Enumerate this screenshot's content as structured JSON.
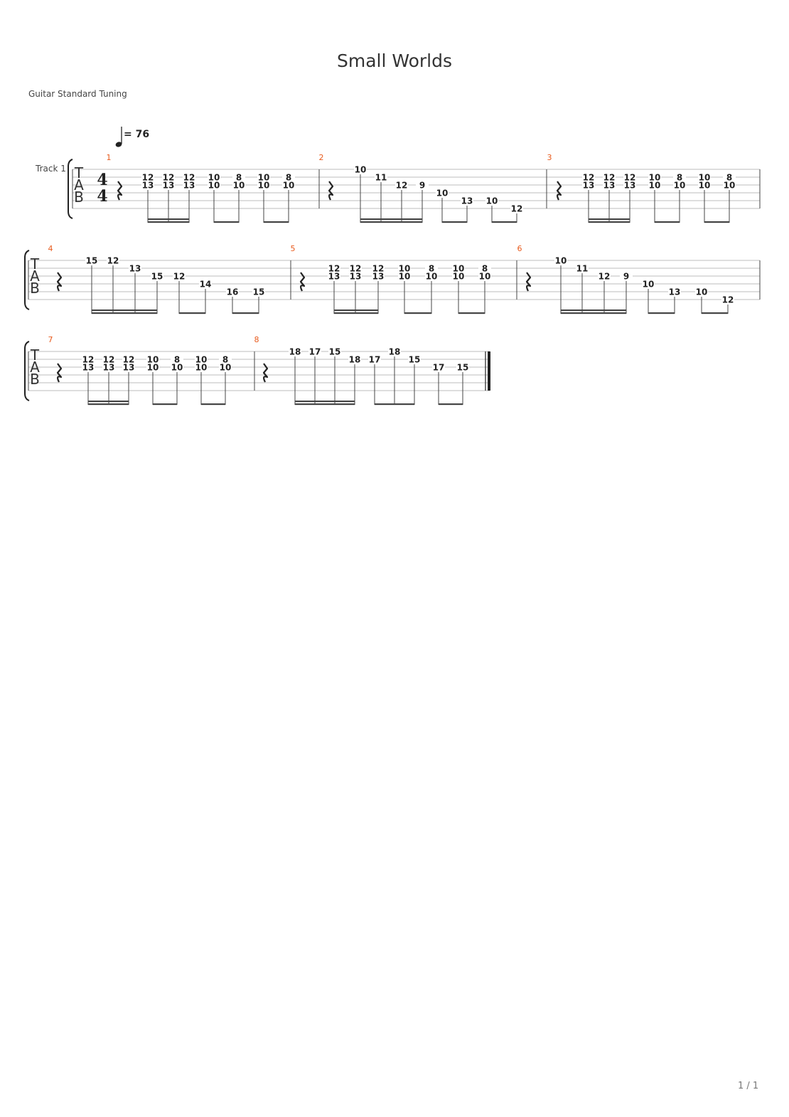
{
  "song": {
    "title": "Small Worlds",
    "tuning": "Guitar Standard Tuning"
  },
  "track": {
    "name": "Track 1"
  },
  "tempo": {
    "bpm_text": "= 76"
  },
  "time_signature": {
    "num": "4",
    "den": "4"
  },
  "tab_letters": [
    "T",
    "A",
    "B"
  ],
  "footer": {
    "page": "1 / 1"
  },
  "measures": [
    {
      "number": "1",
      "notes": [
        {
          "s": [
            [
              2,
              "12"
            ],
            [
              3,
              "13"
            ]
          ]
        },
        {
          "s": [
            [
              2,
              "12"
            ],
            [
              3,
              "13"
            ]
          ]
        },
        {
          "s": [
            [
              2,
              "12"
            ],
            [
              3,
              "13"
            ]
          ]
        },
        {
          "s": [
            [
              2,
              "10"
            ],
            [
              3,
              "10"
            ]
          ]
        },
        {
          "s": [
            [
              2,
              "8"
            ],
            [
              3,
              "10"
            ]
          ]
        },
        {
          "s": [
            [
              2,
              "10"
            ],
            [
              3,
              "10"
            ]
          ]
        },
        {
          "s": [
            [
              2,
              "8"
            ],
            [
              3,
              "10"
            ]
          ]
        }
      ]
    },
    {
      "number": "2",
      "notes": [
        {
          "s": [
            [
              1,
              "10"
            ]
          ]
        },
        {
          "s": [
            [
              2,
              "11"
            ]
          ]
        },
        {
          "s": [
            [
              3,
              "12"
            ]
          ]
        },
        {
          "s": [
            [
              3,
              "9"
            ]
          ]
        },
        {
          "s": [
            [
              4,
              "10"
            ]
          ]
        },
        {
          "s": [
            [
              5,
              "13"
            ]
          ]
        },
        {
          "s": [
            [
              5,
              "10"
            ]
          ]
        },
        {
          "s": [
            [
              6,
              "12"
            ]
          ]
        }
      ]
    },
    {
      "number": "3",
      "notes": [
        {
          "s": [
            [
              2,
              "12"
            ],
            [
              3,
              "13"
            ]
          ]
        },
        {
          "s": [
            [
              2,
              "12"
            ],
            [
              3,
              "13"
            ]
          ]
        },
        {
          "s": [
            [
              2,
              "12"
            ],
            [
              3,
              "13"
            ]
          ]
        },
        {
          "s": [
            [
              2,
              "10"
            ],
            [
              3,
              "10"
            ]
          ]
        },
        {
          "s": [
            [
              2,
              "8"
            ],
            [
              3,
              "10"
            ]
          ]
        },
        {
          "s": [
            [
              2,
              "10"
            ],
            [
              3,
              "10"
            ]
          ]
        },
        {
          "s": [
            [
              2,
              "8"
            ],
            [
              3,
              "10"
            ]
          ]
        }
      ]
    },
    {
      "number": "4",
      "notes": [
        {
          "s": [
            [
              1,
              "15"
            ]
          ]
        },
        {
          "s": [
            [
              1,
              "12"
            ]
          ]
        },
        {
          "s": [
            [
              2,
              "13"
            ]
          ]
        },
        {
          "s": [
            [
              3,
              "15"
            ]
          ]
        },
        {
          "s": [
            [
              3,
              "12"
            ]
          ]
        },
        {
          "s": [
            [
              4,
              "14"
            ]
          ]
        },
        {
          "s": [
            [
              5,
              "16"
            ]
          ]
        },
        {
          "s": [
            [
              5,
              "15"
            ]
          ]
        }
      ]
    },
    {
      "number": "5",
      "notes": [
        {
          "s": [
            [
              2,
              "12"
            ],
            [
              3,
              "13"
            ]
          ]
        },
        {
          "s": [
            [
              2,
              "12"
            ],
            [
              3,
              "13"
            ]
          ]
        },
        {
          "s": [
            [
              2,
              "12"
            ],
            [
              3,
              "13"
            ]
          ]
        },
        {
          "s": [
            [
              2,
              "10"
            ],
            [
              3,
              "10"
            ]
          ]
        },
        {
          "s": [
            [
              2,
              "8"
            ],
            [
              3,
              "10"
            ]
          ]
        },
        {
          "s": [
            [
              2,
              "10"
            ],
            [
              3,
              "10"
            ]
          ]
        },
        {
          "s": [
            [
              2,
              "8"
            ],
            [
              3,
              "10"
            ]
          ]
        }
      ]
    },
    {
      "number": "6",
      "notes": [
        {
          "s": [
            [
              1,
              "10"
            ]
          ]
        },
        {
          "s": [
            [
              2,
              "11"
            ]
          ]
        },
        {
          "s": [
            [
              3,
              "12"
            ]
          ]
        },
        {
          "s": [
            [
              3,
              "9"
            ]
          ]
        },
        {
          "s": [
            [
              4,
              "10"
            ]
          ]
        },
        {
          "s": [
            [
              5,
              "13"
            ]
          ]
        },
        {
          "s": [
            [
              5,
              "10"
            ]
          ]
        },
        {
          "s": [
            [
              6,
              "12"
            ]
          ]
        }
      ]
    },
    {
      "number": "7",
      "notes": [
        {
          "s": [
            [
              2,
              "12"
            ],
            [
              3,
              "13"
            ]
          ]
        },
        {
          "s": [
            [
              2,
              "12"
            ],
            [
              3,
              "13"
            ]
          ]
        },
        {
          "s": [
            [
              2,
              "12"
            ],
            [
              3,
              "13"
            ]
          ]
        },
        {
          "s": [
            [
              2,
              "10"
            ],
            [
              3,
              "10"
            ]
          ]
        },
        {
          "s": [
            [
              2,
              "8"
            ],
            [
              3,
              "10"
            ]
          ]
        },
        {
          "s": [
            [
              2,
              "10"
            ],
            [
              3,
              "10"
            ]
          ]
        },
        {
          "s": [
            [
              2,
              "8"
            ],
            [
              3,
              "10"
            ]
          ]
        }
      ]
    },
    {
      "number": "8",
      "notes": [
        {
          "s": [
            [
              1,
              "18"
            ]
          ]
        },
        {
          "s": [
            [
              1,
              "17"
            ]
          ]
        },
        {
          "s": [
            [
              1,
              "15"
            ]
          ]
        },
        {
          "s": [
            [
              2,
              "18"
            ]
          ]
        },
        {
          "s": [
            [
              2,
              "17"
            ]
          ]
        },
        {
          "s": [
            [
              1,
              "18"
            ]
          ]
        },
        {
          "s": [
            [
              2,
              "15"
            ]
          ]
        },
        {
          "s": [
            [
              3,
              "17"
            ]
          ]
        },
        {
          "s": [
            [
              3,
              "15"
            ]
          ]
        }
      ]
    }
  ]
}
